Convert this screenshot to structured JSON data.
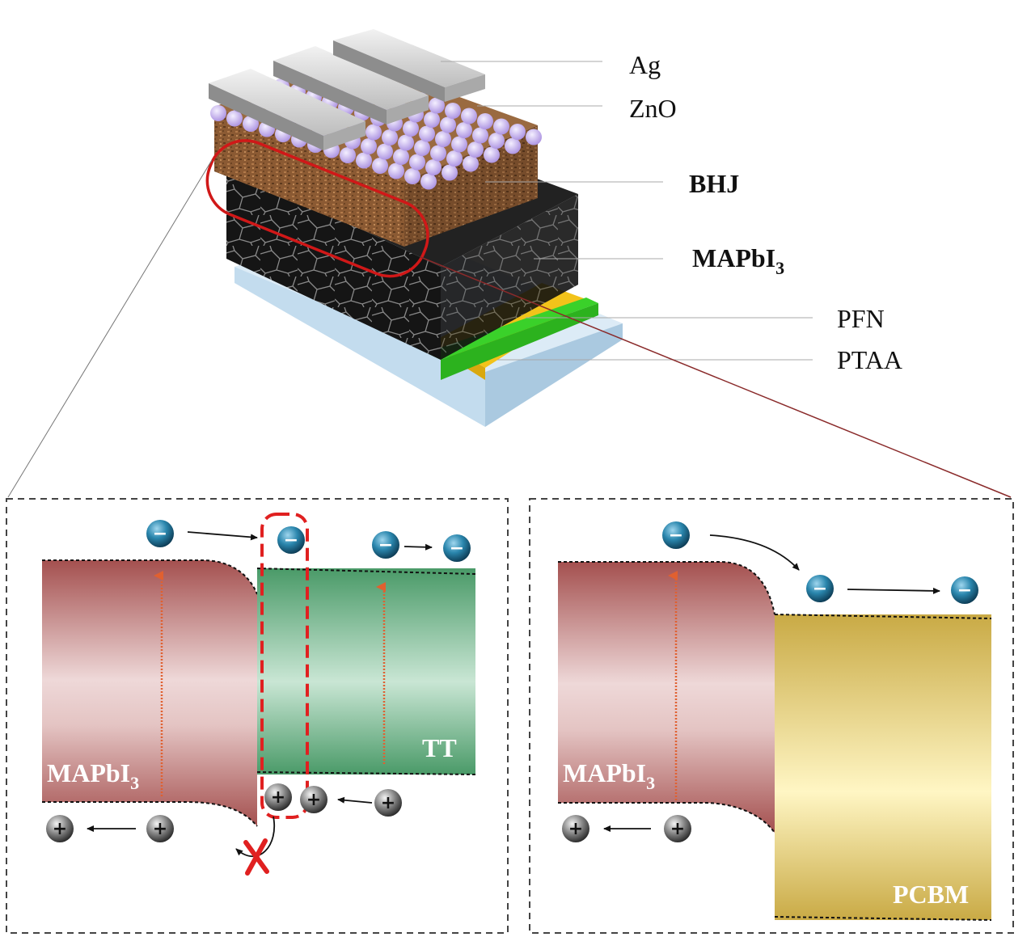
{
  "device_layers": {
    "ag": "Ag",
    "zno": "ZnO",
    "bhj": "BHJ",
    "mapbi3": "MAPbI",
    "mapbi3_sub": "3",
    "pfn": "PFN",
    "ptaa": "PTAA"
  },
  "left_panel": {
    "perovskite_label": "MAPbI",
    "perovskite_sub": "3",
    "acceptor_label": "TT"
  },
  "right_panel": {
    "perovskite_label": "MAPbI",
    "perovskite_sub": "3",
    "acceptor_label": "PCBM"
  },
  "charges": {
    "electron_sign": "−",
    "hole_sign": "+"
  },
  "colors": {
    "perovskite_band": "#a85a5c",
    "tt_band": "#4f9f6f",
    "pcbm_band": "#d6b84a",
    "electron": "#1d6a8a",
    "hole": "#555555",
    "highlight_red": "#e02020",
    "bhj": "#8a5a34",
    "perovskite_film": "#1c1c1c",
    "pfn": "#3ad12a",
    "ptaa": "#f2c31a",
    "substrate": "#cfe4f2",
    "zno": "#c9b8ef",
    "ag": "#c8c8c8"
  }
}
